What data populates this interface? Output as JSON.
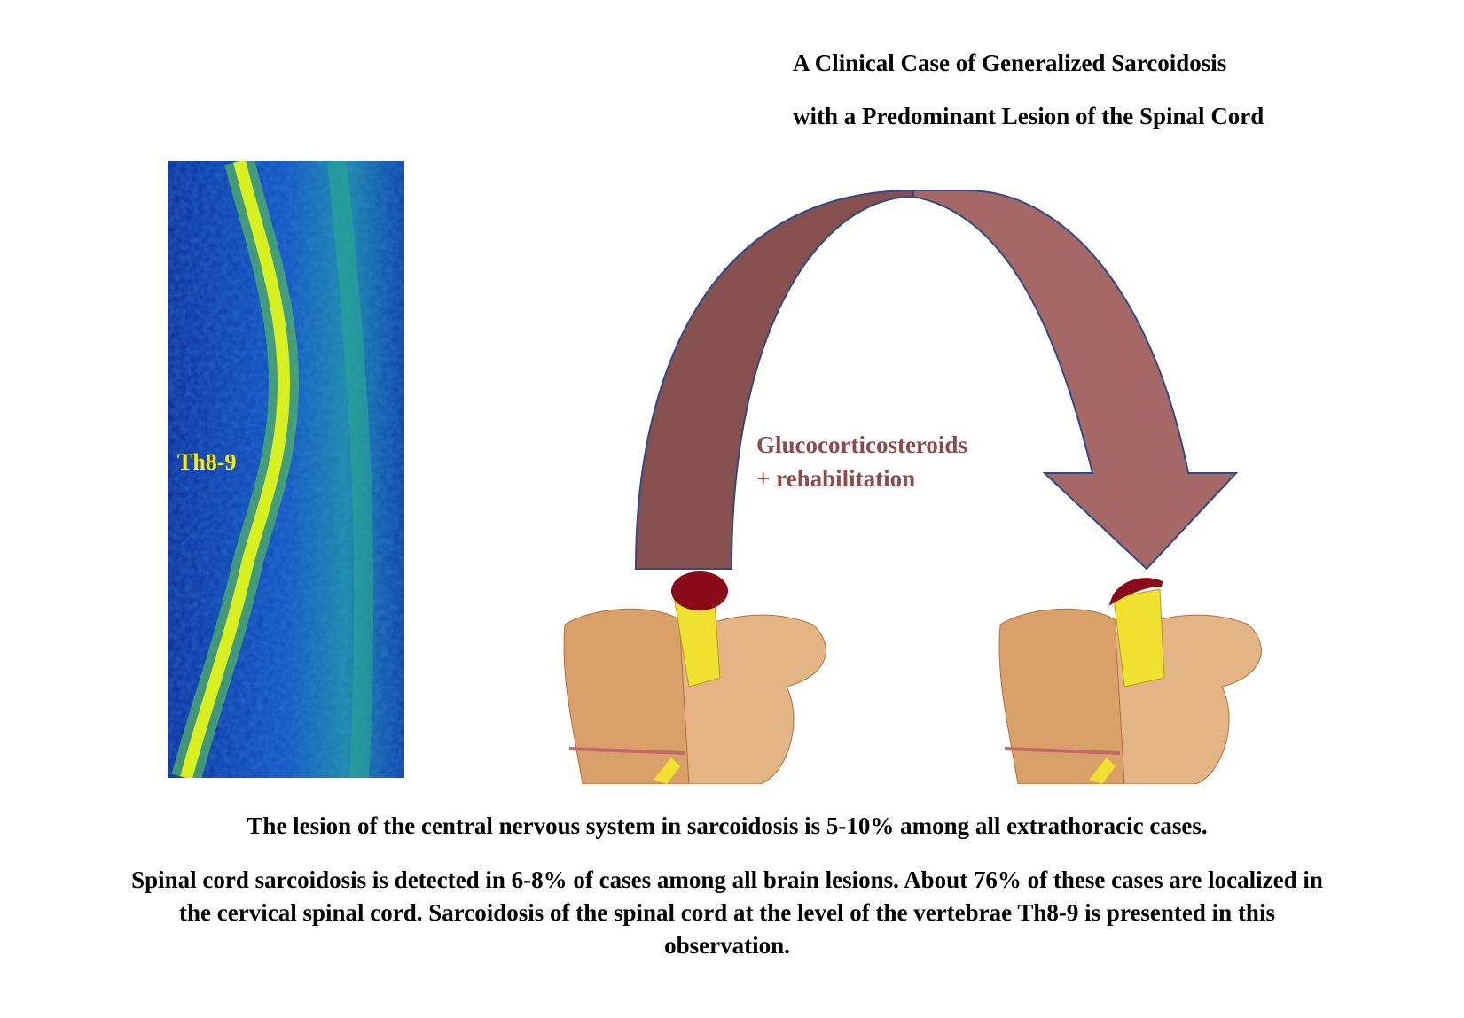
{
  "title": {
    "line1": "A Clinical Case of Generalized Sarcoidosis",
    "line2": "with a Predominant Lesion of the Spinal Cord"
  },
  "mri": {
    "label": "Th8-9"
  },
  "treatment": {
    "line1": "Glucocorticosteroids",
    "line2": "+ rehabilitation",
    "color": "#8e4a4a"
  },
  "colors": {
    "arrow_left": "#85504d",
    "arrow_right": "#a66864",
    "arrow_stroke": "#2f4a8a",
    "lesion": "#8b0a1a",
    "cord": "#f0e030"
  },
  "footer": {
    "line1": "The lesion of the central nervous system in sarcoidosis is 5-10% among all extrathoracic cases.",
    "line2": "Spinal cord sarcoidosis is detected in 6-8% of cases among all brain lesions. About 76% of these cases are localized in the cervical spinal cord. Sarcoidosis of the spinal cord at the level of the vertebrae Th8-9 is presented in this observation."
  }
}
